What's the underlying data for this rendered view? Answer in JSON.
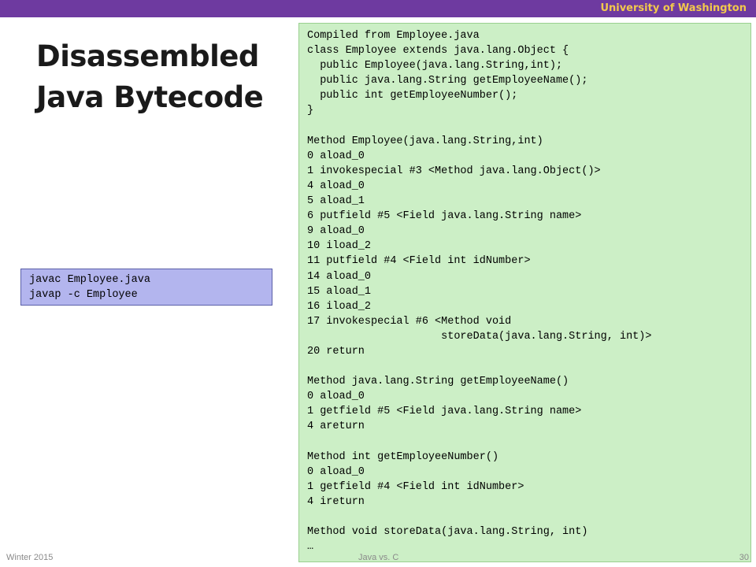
{
  "header": {
    "university": "University of Washington",
    "bar_color": "#6e3aa0",
    "text_color": "#f2c94c"
  },
  "slide": {
    "title_lines": [
      "Disassembled",
      "Java Bytecode"
    ],
    "commands": [
      "javac Employee.java",
      "javap -c Employee"
    ],
    "code_lines": [
      "Compiled from Employee.java",
      "class Employee extends java.lang.Object {",
      "  public Employee(java.lang.String,int);",
      "  public java.lang.String getEmployeeName();",
      "  public int getEmployeeNumber();",
      "}",
      "",
      "Method Employee(java.lang.String,int)",
      "0 aload_0",
      "1 invokespecial #3 <Method java.lang.Object()>",
      "4 aload_0",
      "5 aload_1",
      "6 putfield #5 <Field java.lang.String name>",
      "9 aload_0",
      "10 iload_2",
      "11 putfield #4 <Field int idNumber>",
      "14 aload_0",
      "15 aload_1",
      "16 iload_2",
      "17 invokespecial #6 <Method void",
      "                     storeData(java.lang.String, int)>",
      "20 return",
      "",
      "Method java.lang.String getEmployeeName()",
      "0 aload_0",
      "1 getfield #5 <Field java.lang.String name>",
      "4 areturn",
      "",
      "Method int getEmployeeNumber()",
      "0 aload_0",
      "1 getfield #4 <Field int idNumber>",
      "4 ireturn",
      "",
      "Method void storeData(java.lang.String, int)",
      "…"
    ],
    "code_bg": "#ccefc6",
    "command_bg": "#b3b5ee"
  },
  "footer": {
    "term": "Winter 2015",
    "topic": "Java vs. C",
    "page": "30"
  }
}
